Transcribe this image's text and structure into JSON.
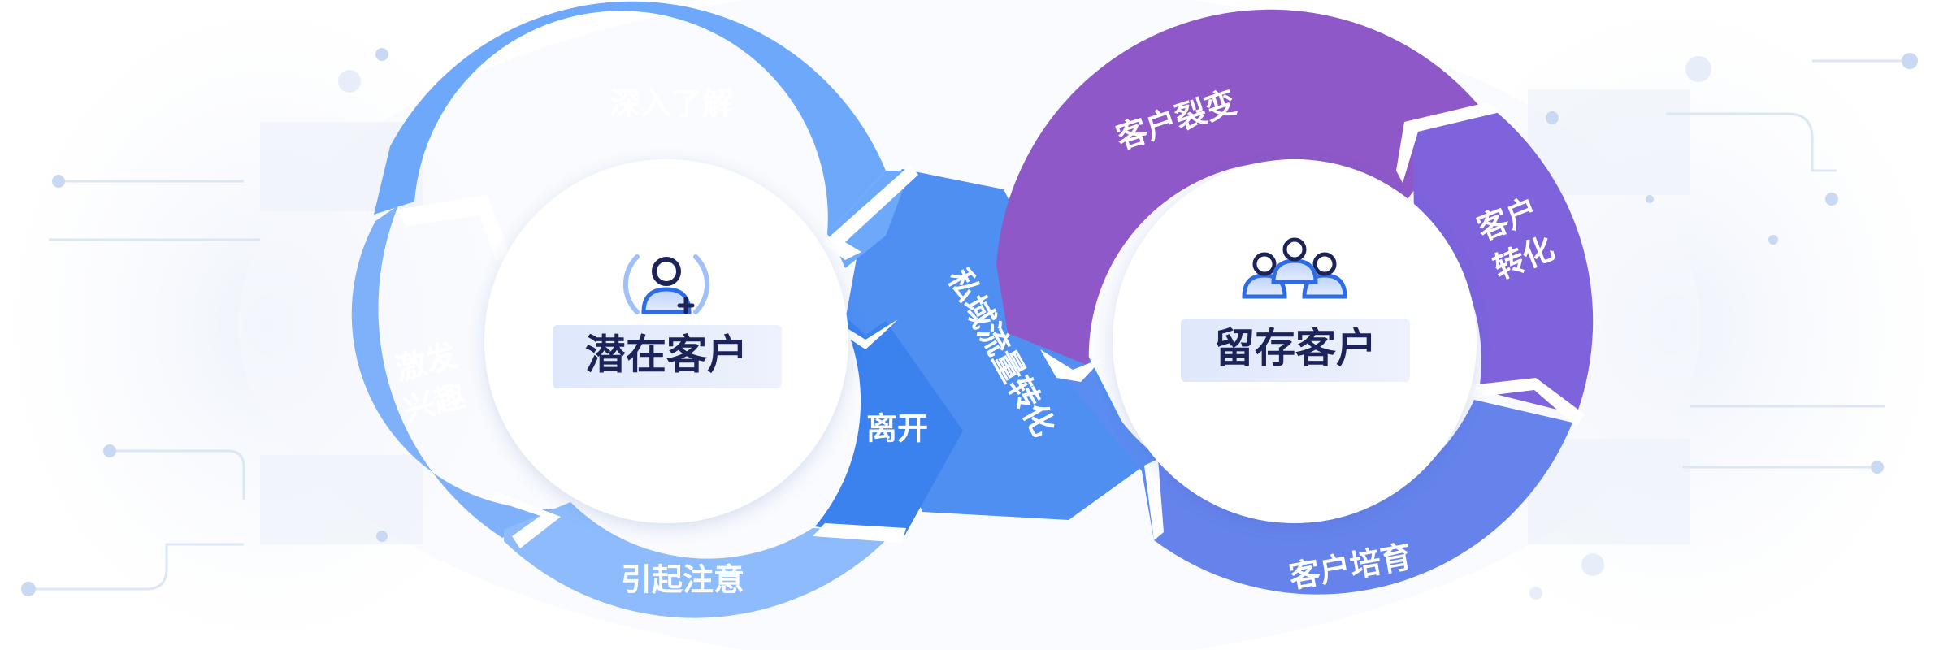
{
  "left_loop": {
    "center_title": "潜在客户",
    "segments": {
      "deep_understand": "深入了解",
      "spark_interest_line1": "激发",
      "spark_interest_line2": "兴趣",
      "attract_attention": "引起注意",
      "leave": "离开"
    }
  },
  "right_loop": {
    "center_title": "留存客户",
    "segments": {
      "fission": "客户裂变",
      "conversion_line1": "客户",
      "conversion_line2": "转化",
      "nurture": "客户培育"
    }
  },
  "bridge_label": "私域流量转化",
  "colors": {
    "blue_top": "#6ea8fb",
    "blue_left": "#7fb0fa",
    "blue_bottom": "#8dbbfb",
    "blue_dark": "#3b82ee",
    "bridge": "#4f8ff2",
    "purple_top": "#8f58c9",
    "purple_right": "#7e63dc",
    "blue_purple_bottom": "#6683ec",
    "title_text": "#1b2358",
    "icon_blue": "#2e6be6",
    "icon_navy": "#1b2358"
  }
}
